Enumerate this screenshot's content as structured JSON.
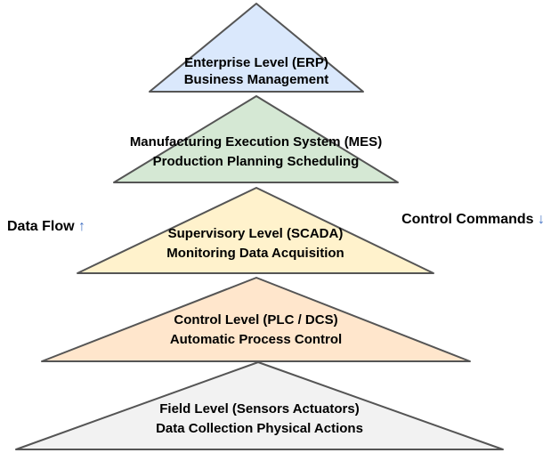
{
  "levels": [
    {
      "id": "enterprise",
      "line1": "Enterprise Level (ERP)",
      "line2": "Business Management",
      "fill": "#dae8fc"
    },
    {
      "id": "mes",
      "line1": "Manufacturing Execution System (MES)",
      "line2": "Production Planning Scheduling",
      "fill": "#d5e8d4"
    },
    {
      "id": "scada",
      "line1": "Supervisory Level (SCADA)",
      "line2": "Monitoring Data Acquisition",
      "fill": "#fff2cc"
    },
    {
      "id": "control",
      "line1": "Control Level (PLC / DCS)",
      "line2": "Automatic Process Control",
      "fill": "#ffe6cc"
    },
    {
      "id": "field",
      "line1": "Field Level (Sensors Actuators)",
      "line2": "Data Collection Physical Actions",
      "fill": "#f2f2f2"
    }
  ],
  "annotations": {
    "data_flow": {
      "label": "Data Flow",
      "arrow": "↑"
    },
    "control_commands": {
      "label": "Control Commands",
      "arrow": "↓"
    }
  },
  "colors": {
    "stroke": "#555555",
    "text": "#000000",
    "arrow": "#4472c4",
    "background": "#ffffff"
  }
}
